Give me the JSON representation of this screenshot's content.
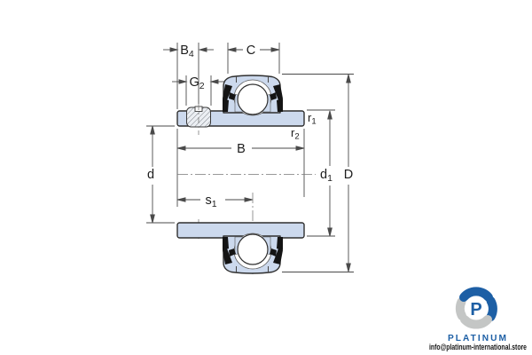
{
  "drawing": {
    "type": "bearing-cross-section",
    "dimensions": {
      "b4": {
        "main": "B",
        "sub": "4"
      },
      "g2": {
        "main": "G",
        "sub": "2"
      },
      "c": {
        "main": "C",
        "sub": ""
      },
      "b": {
        "main": "B",
        "sub": ""
      },
      "s1": {
        "main": "s",
        "sub": "1"
      },
      "d": {
        "main": "d",
        "sub": ""
      },
      "d1": {
        "main": "d",
        "sub": "1"
      },
      "D": {
        "main": "D",
        "sub": ""
      },
      "r1": {
        "main": "r",
        "sub": "1"
      },
      "r2": {
        "main": "r",
        "sub": "2"
      }
    },
    "colors": {
      "part_fill": "#ccd9ed",
      "outline": "#2f2f2f",
      "dimension_lines": "#4a4a4a"
    }
  },
  "branding": {
    "logo_monogram": "P",
    "logo_text": "PLATINUM",
    "email": "info@platinum-international.store",
    "colors": {
      "blue": "#1d5fa5",
      "gray": "#c4c6c5"
    }
  }
}
